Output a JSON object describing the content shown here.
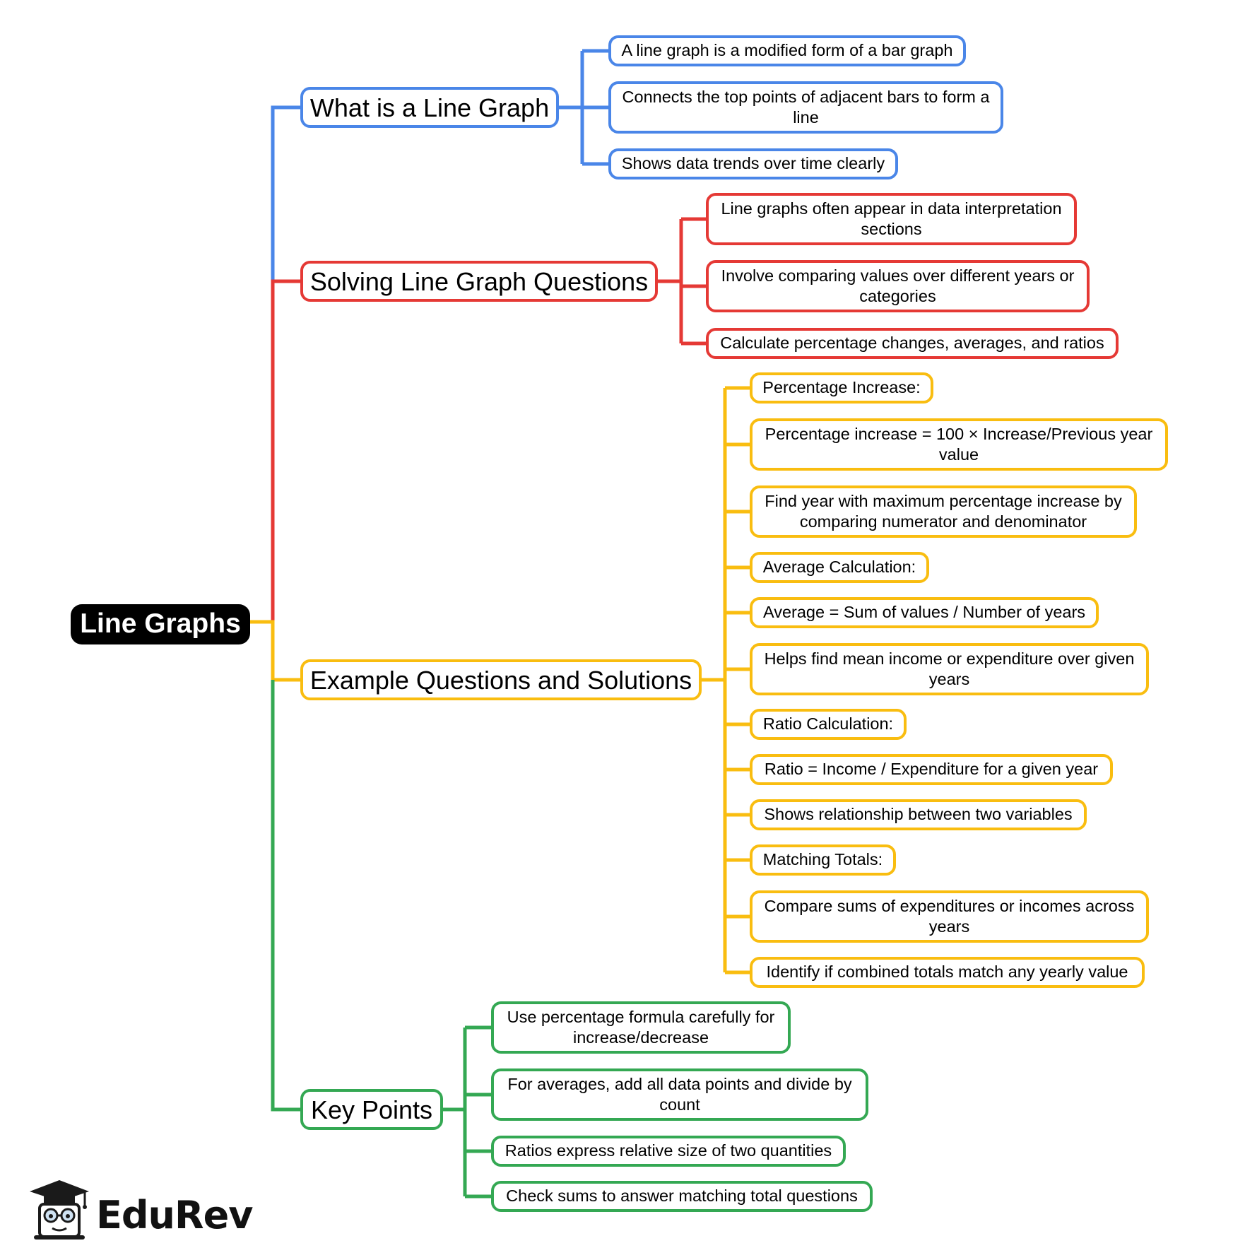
{
  "root": {
    "label": "Line Graphs"
  },
  "branches": [
    {
      "label": "What is a Line Graph",
      "color": "#4a86e8",
      "items": [
        "A line graph is a modified form of a bar graph",
        "Connects the top points of adjacent bars to form a line",
        "Shows data trends over time clearly"
      ]
    },
    {
      "label": "Solving Line Graph Questions",
      "color": "#e53935",
      "items": [
        "Line graphs often appear in data interpretation sections",
        "Involve comparing values over different years or categories",
        "Calculate percentage changes, averages, and ratios"
      ]
    },
    {
      "label": "Example Questions and Solutions",
      "color": "#f9bd10",
      "items": [
        "Percentage Increase:",
        "Percentage increase = 100 × Increase/Previous year value",
        "Find year with maximum percentage increase by comparing numerator and denominator",
        "Average Calculation:",
        "Average = Sum of values / Number of years",
        "Helps find mean income or expenditure over given years",
        "Ratio Calculation:",
        "Ratio = Income / Expenditure for a given year",
        "Shows relationship between two variables",
        "Matching Totals:",
        "Compare sums of expenditures or incomes across years",
        "Identify if combined totals match any yearly value"
      ]
    },
    {
      "label": "Key Points",
      "color": "#34a853",
      "items": [
        "Use percentage formula carefully for increase/decrease",
        "For averages, add all data points and divide by count",
        "Ratios express relative size of two quantities",
        "Check sums to answer matching total questions"
      ]
    }
  ],
  "logo": {
    "text": "EduRev"
  }
}
